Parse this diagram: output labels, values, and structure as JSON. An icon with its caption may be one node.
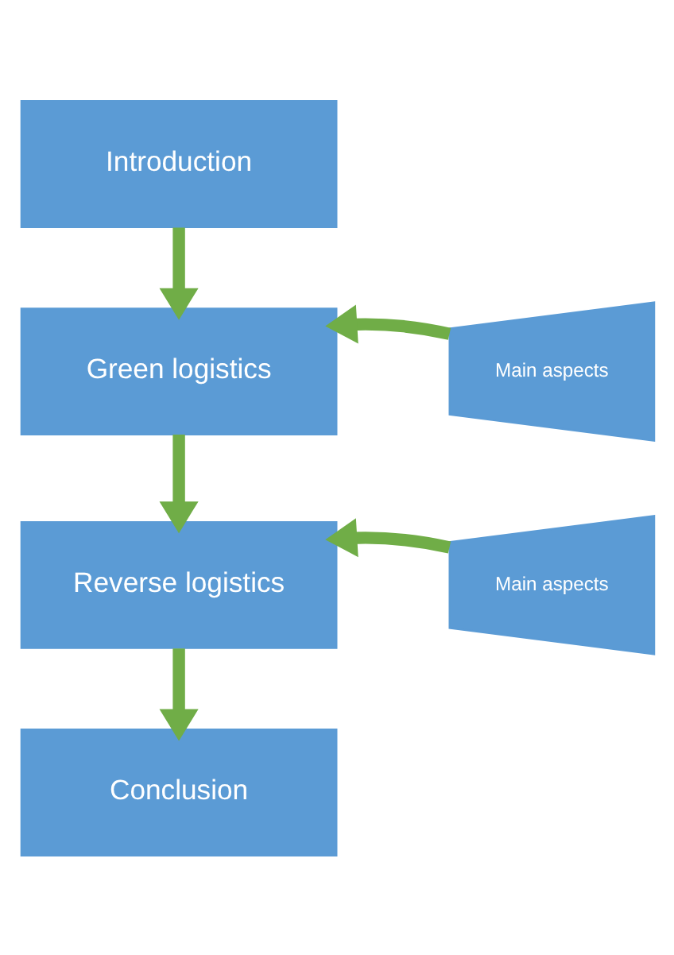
{
  "diagram": {
    "nodes": [
      {
        "text": [
          "Introduction"
        ]
      },
      {
        "text": [
          "Green logistics"
        ]
      },
      {
        "text": [
          "Main aspects"
        ]
      },
      {
        "text": [
          "Reverse logistics"
        ]
      },
      {
        "text": [
          "Main aspects"
        ]
      },
      {
        "text": [
          "Conclusion"
        ]
      }
    ],
    "edges": [
      {
        "from": 0,
        "to": 1,
        "arrow": "to"
      },
      {
        "from": 2,
        "to": 1,
        "arrow": "to"
      },
      {
        "from": 1,
        "to": 3,
        "arrow": "to"
      },
      {
        "from": 4,
        "to": 3,
        "arrow": "to"
      },
      {
        "from": 3,
        "to": 5,
        "arrow": "to"
      }
    ]
  }
}
